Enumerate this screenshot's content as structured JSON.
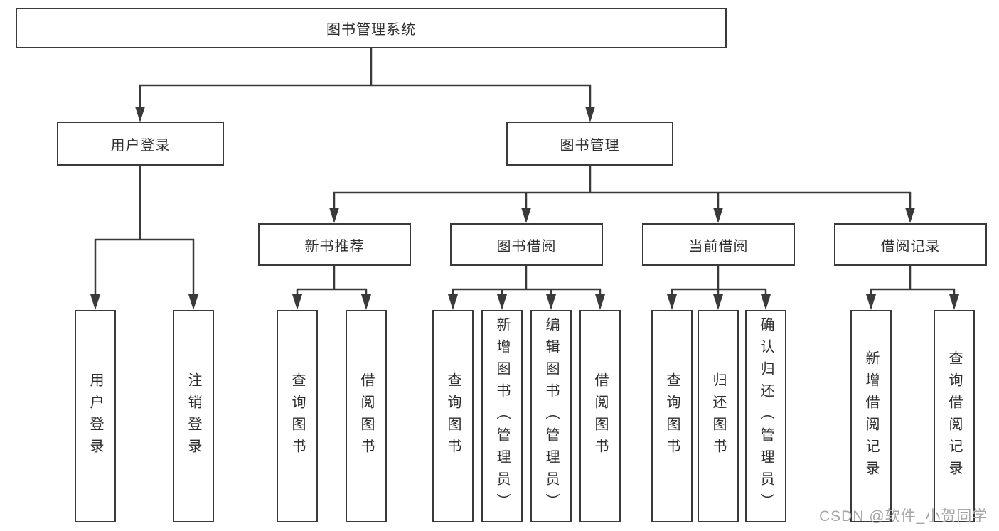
{
  "root": {
    "label": "图书管理系统"
  },
  "level2": [
    {
      "label": "用户登录",
      "parent": "图书管理系统"
    },
    {
      "label": "图书管理",
      "parent": "图书管理系统"
    }
  ],
  "level3": [
    {
      "label": "新书推荐",
      "parent": "图书管理"
    },
    {
      "label": "图书借阅",
      "parent": "图书管理"
    },
    {
      "label": "当前借阅",
      "parent": "图书管理"
    },
    {
      "label": "借阅记录",
      "parent": "图书管理"
    }
  ],
  "leaves": [
    {
      "label": "用户登录",
      "parent": "用户登录"
    },
    {
      "label": "注销登录",
      "parent": "用户登录"
    },
    {
      "label": "查询图书",
      "parent": "新书推荐"
    },
    {
      "label": "借阅图书",
      "parent": "新书推荐"
    },
    {
      "label": "查询图书",
      "parent": "图书借阅"
    },
    {
      "label": "新增图书（管理员）",
      "parent": "图书借阅"
    },
    {
      "label": "编辑图书（管理员）",
      "parent": "图书借阅"
    },
    {
      "label": "借阅图书",
      "parent": "图书借阅"
    },
    {
      "label": "查询图书",
      "parent": "当前借阅"
    },
    {
      "label": "归还图书",
      "parent": "当前借阅"
    },
    {
      "label": "确认归还（管理员）",
      "parent": "当前借阅"
    },
    {
      "label": "新增借阅记录",
      "parent": "借阅记录"
    },
    {
      "label": "查询借阅记录",
      "parent": "借阅记录"
    }
  ],
  "watermark": "CSDN @软件_小贺同学",
  "colors": {
    "line": "#3a3a3a",
    "text": "#2e2e2e",
    "watermark": "#a6a6a6",
    "background": "#ffffff"
  }
}
